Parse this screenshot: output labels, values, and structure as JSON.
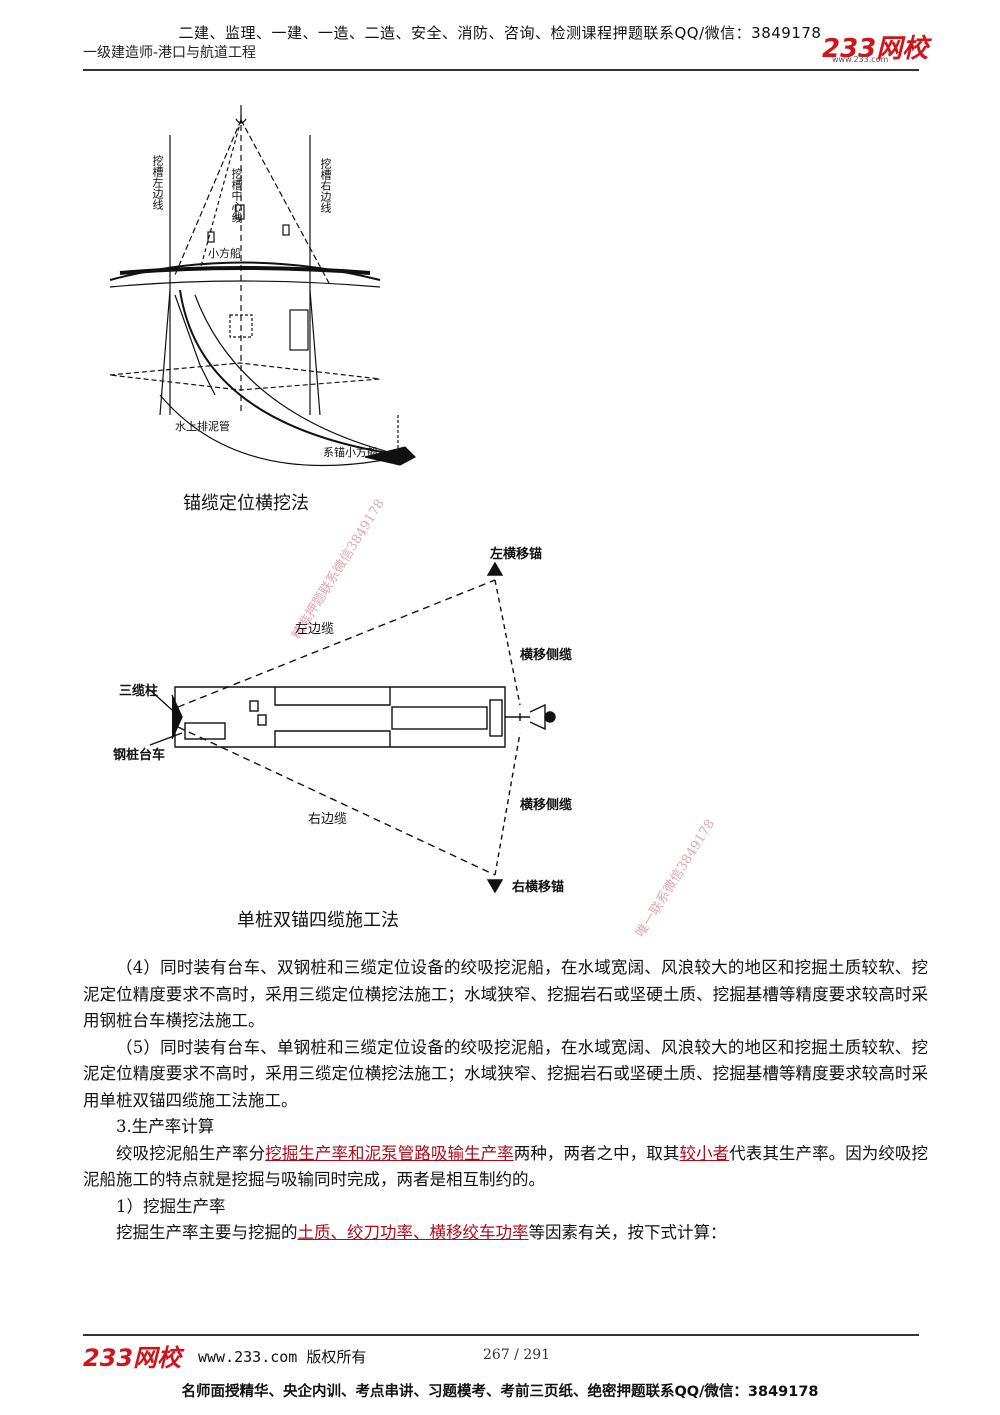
{
  "header": {
    "top_text": "二建、监理、一建、一造、二造、安全、消防、咨询、检测课程押题联系QQ/微信：3849178",
    "subtitle": "一级建造师-港口与航道工程",
    "logo_text": "233网校",
    "logo_url": "www.233.com"
  },
  "figure1": {
    "caption": "锚缆定位横挖法",
    "labels": {
      "left_edge": "挖槽左边线",
      "center": "挖槽中心线",
      "right_edge": "挖槽右边线",
      "small_boat": "小方船",
      "pipe": "水上排泥管",
      "anchor_boat": "系锚小方船"
    }
  },
  "figure2": {
    "caption": "单桩双锚四缆施工法",
    "labels": {
      "left_anchor": "左横移锚",
      "left_cable": "左边缆",
      "side_cable_top": "横移侧缆",
      "three_post": "三缆柱",
      "pile_trolley": "钢桩台车",
      "side_cable_bottom": "横移侧缆",
      "right_cable": "右边缆",
      "right_anchor": "右横移锚"
    }
  },
  "watermarks": {
    "wm1": "精准押题联系微信3849178",
    "wm2": "唯一联系微信3849178"
  },
  "body": {
    "p4": "（4）同时装有台车、双钢桩和三缆定位设备的绞吸挖泥船，在水域宽阔、风浪较大的地区和挖掘土质较软、挖泥定位精度要求不高时，采用三缆定位横挖法施工；水域狭窄、挖掘岩石或坚硬土质、挖掘基槽等精度要求较高时采用钢桩台车横挖法施工。",
    "p5": "（5）同时装有台车、单钢桩和三缆定位设备的绞吸挖泥船，在水域宽阔、风浪较大的地区和挖掘土质较软、挖泥定位精度要求不高时，采用三缆定位横挖法施工；水域狭窄、挖掘岩石或坚硬土质、挖掘基槽等精度要求较高时采用单桩双锚四缆施工法施工。",
    "h3": "3.生产率计算",
    "p6_a": "绞吸挖泥船生产率分",
    "p6_hl1": "挖掘生产率和泥泵管路吸输生产率",
    "p6_b": "两种，两者之中，取其",
    "p6_hl2": "较小者",
    "p6_c": "代表其生产率。因为绞吸挖泥船施工的特点就是挖掘与吸输同时完成，两者是相互制约的。",
    "h4": "1）挖掘生产率",
    "p7_a": "挖掘生产率主要与挖掘的",
    "p7_hl": "土质、绞刀功率、横移绞车功率",
    "p7_b": "等因素有关，按下式计算："
  },
  "footer": {
    "logo_text": "233网校",
    "copyright": "www.233.com 版权所有",
    "page": "267 / 291",
    "bottom_text": "名师面授精华、央企内训、考点串讲、习题模考、考前三页纸、绝密押题联系QQ/微信：3849178"
  }
}
